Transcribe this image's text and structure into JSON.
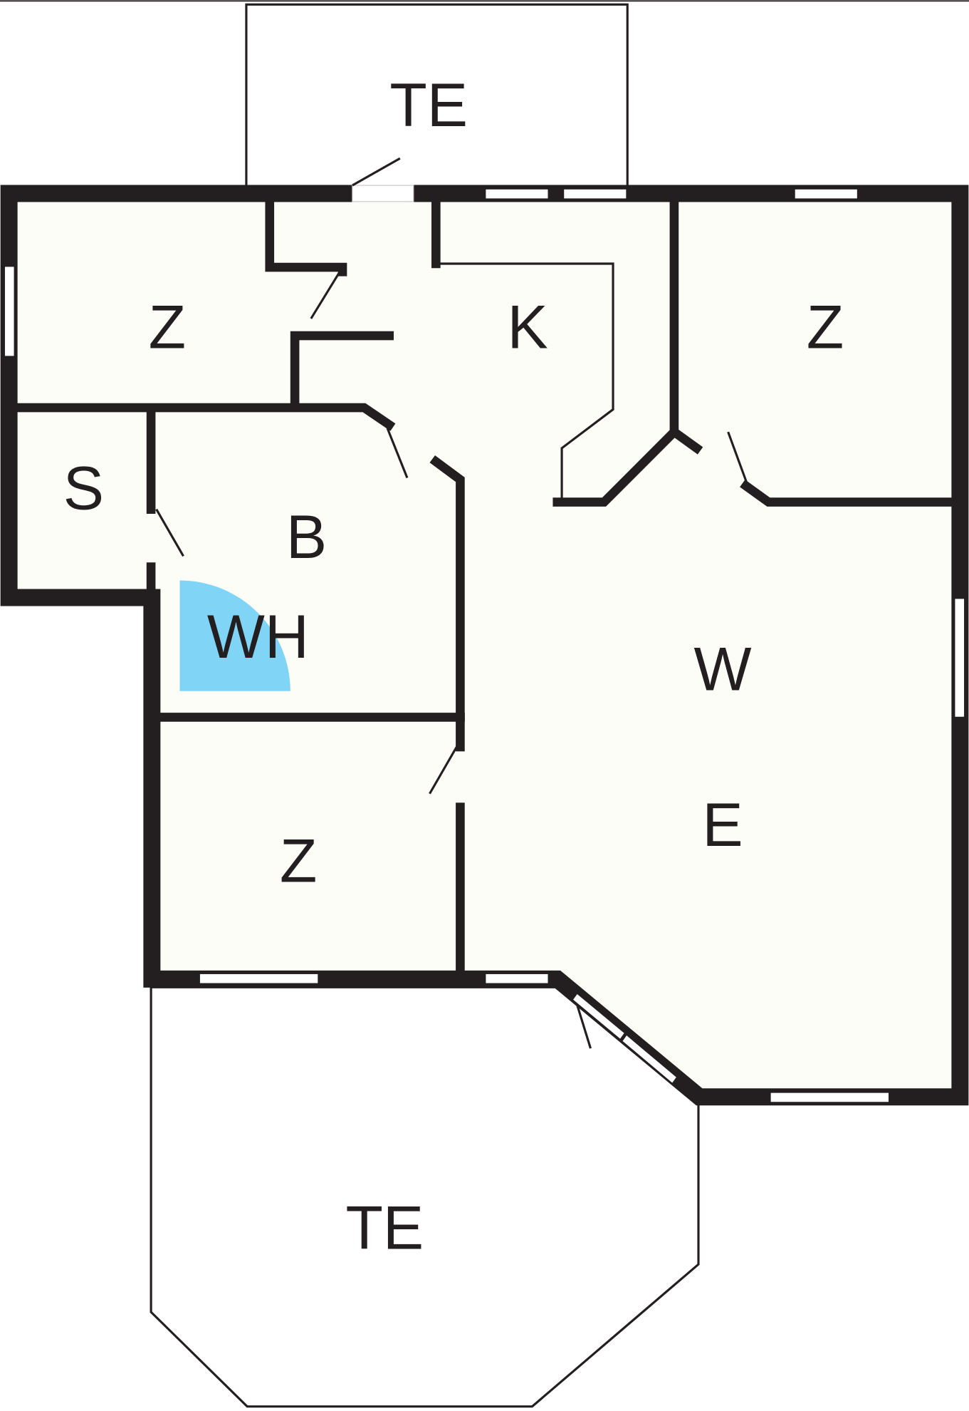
{
  "rooms": {
    "terrace_top": "TE",
    "room_nw": "Z",
    "kitchen": "K",
    "room_ne": "Z",
    "storage": "S",
    "bathroom": "B",
    "water_heater": "WH",
    "room_sw": "Z",
    "living_w": "W",
    "living_e": "E",
    "terrace_bottom": "TE"
  },
  "colors": {
    "floor": "#fdfdf8",
    "wall": "#231f20",
    "water_heater": "#80d4f6"
  }
}
